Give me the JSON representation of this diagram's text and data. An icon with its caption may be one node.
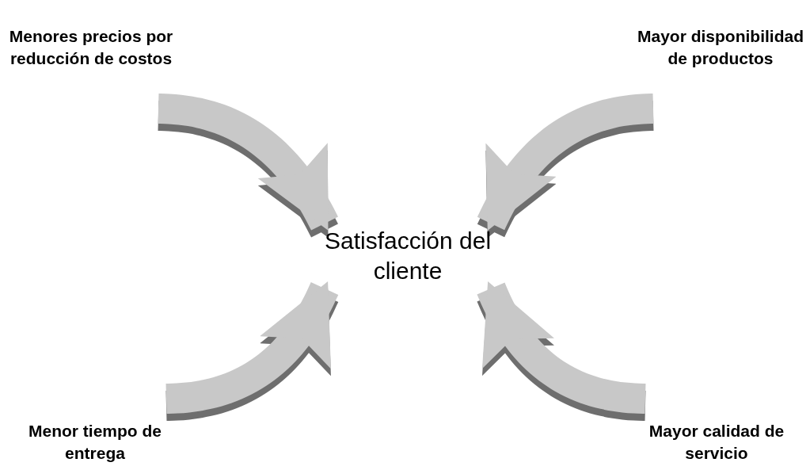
{
  "diagram": {
    "nodes": [
      {
        "text": [
          "Menores precios por reducción de costos"
        ]
      },
      {
        "text": [
          "Mayor disponibilidad de productos"
        ]
      },
      {
        "text": [
          "Satisfacción del cliente"
        ]
      },
      {
        "text": [
          "Menor tiempo de entrega"
        ]
      },
      {
        "text": [
          "Mayor calidad de servicio"
        ]
      }
    ],
    "edges": [
      {
        "from": 0,
        "to": 2,
        "arrow": "to"
      },
      {
        "from": 1,
        "to": 2,
        "arrow": "to"
      },
      {
        "from": 3,
        "to": 2,
        "arrow": "to"
      },
      {
        "from": 4,
        "to": 2,
        "arrow": "to"
      }
    ]
  }
}
